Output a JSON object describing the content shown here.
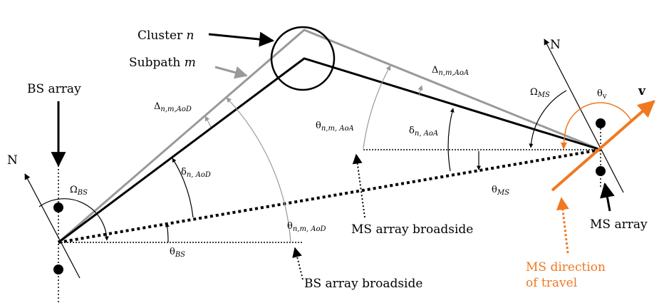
{
  "labels": {
    "cluster": "Cluster",
    "cluster_var": "n",
    "subpath": "Subpath",
    "subpath_var": "m",
    "bs_array": "BS array",
    "ms_array": "MS array",
    "north_bs": "N",
    "north_ms": "N",
    "velocity": "v",
    "bs_broadside": "BS array broadside",
    "ms_broadside": "MS array broadside",
    "ms_direction_line1": "MS direction",
    "ms_direction_line2": "of travel",
    "omega_bs": "Ω",
    "omega_bs_sub": "BS",
    "omega_ms": "Ω",
    "omega_ms_sub": "MS",
    "theta_v": "θ",
    "theta_v_sub": "v",
    "theta_bs": "θ",
    "theta_bs_sub": "BS",
    "theta_ms": "θ",
    "theta_ms_sub": "MS",
    "delta_aod": "Δ",
    "delta_aod_sub": "n,m,AoD",
    "delta_aoa": "Δ",
    "delta_aoa_sub": "n,m,AoA",
    "delta_small_aod": "δ",
    "delta_small_aod_sub": "n, AoD",
    "delta_small_aoa": "δ",
    "delta_small_aoa_sub": "n, AoA",
    "theta_nm_aod": "θ",
    "theta_nm_aod_sub": "n,m, AoD",
    "theta_nm_aoa": "θ",
    "theta_nm_aoa_sub": "n,m, AoA"
  },
  "colors": {
    "black": "#000000",
    "gray": "#999999",
    "orange": "#f07820"
  }
}
